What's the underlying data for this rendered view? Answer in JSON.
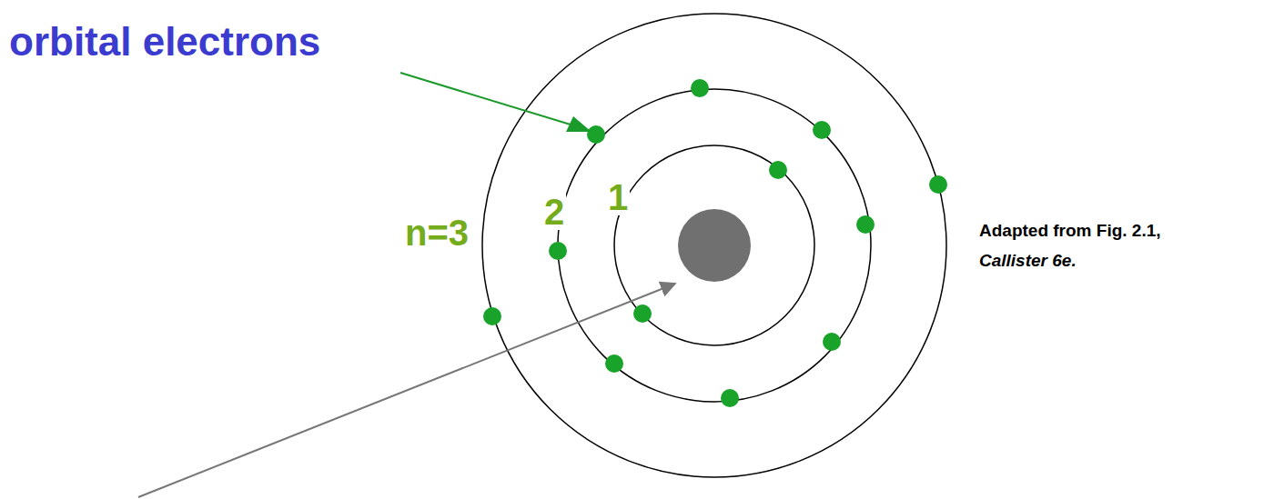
{
  "diagram": {
    "labels": [
      "orbital electrons",
      "n=3",
      "2",
      "1",
      "Adapted from Fig. 2.1,",
      "Callister 6e."
    ]
  }
}
